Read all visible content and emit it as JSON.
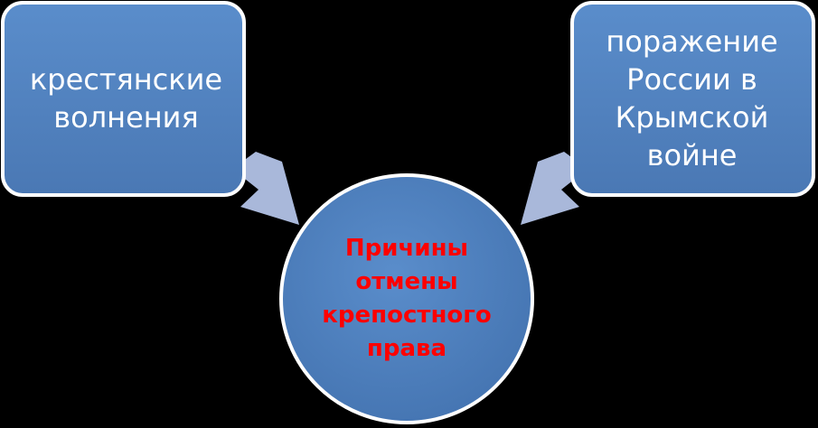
{
  "diagram": {
    "left_box": {
      "text": "крестянские\nволнения"
    },
    "right_box": {
      "text": "поражение\nРоссии в\nКрымской\nвойне"
    },
    "center_circle": {
      "text": "Причины\nотмены\nкрепостного\nправа"
    },
    "colors": {
      "background": "#000000",
      "box_fill": "#4F81BD",
      "border": "#FFFFFF",
      "arrow": "#A9B8DA",
      "box_text": "#FFFFFF",
      "center_text": "#FF0000"
    }
  }
}
